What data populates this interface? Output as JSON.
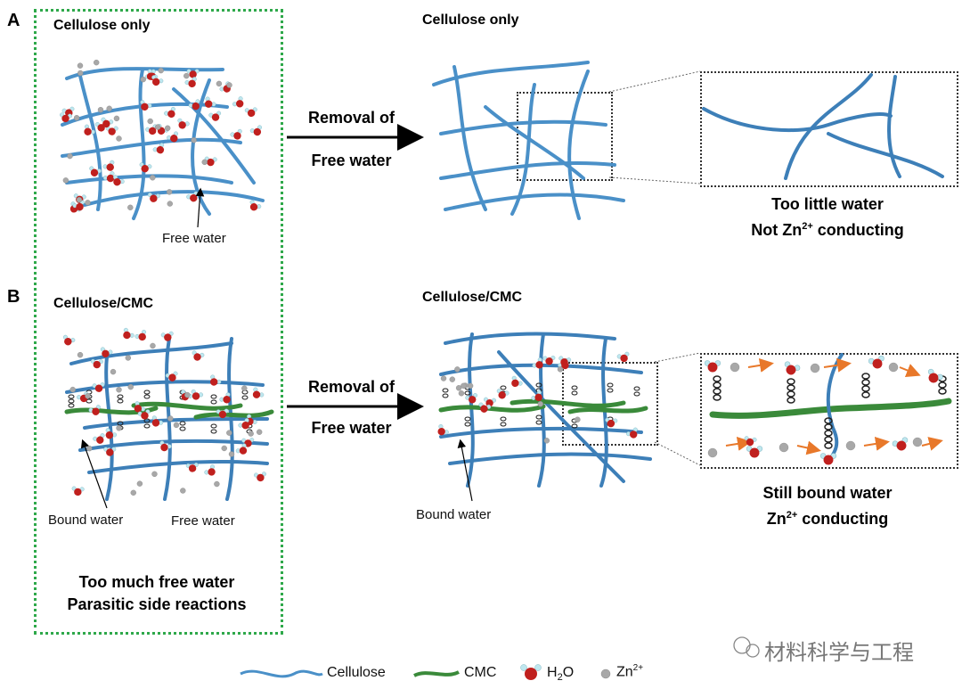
{
  "panel_a": {
    "letter": "A",
    "left_title": "Cellulose only",
    "right_title": "Cellulose only",
    "arrow_line1": "Removal of",
    "arrow_line2": "Free water",
    "free_water_label": "Free water",
    "result_line1": "Too little water",
    "result_line2_pre": "Not Zn",
    "result_line2_sup": "2+",
    "result_line2_post": " conducting"
  },
  "panel_b": {
    "letter": "B",
    "left_title": "Cellulose/CMC",
    "right_title": "Cellulose/CMC",
    "arrow_line1": "Removal of",
    "arrow_line2": "Free water",
    "bound_water_label_left": "Bound water",
    "free_water_label": "Free water",
    "bound_water_label_right": "Bound water",
    "bottom_line1": "Too much free water",
    "bottom_line2": "Parasitic side reactions",
    "result_line1": "Still bound water",
    "result_line2_pre": "Zn",
    "result_line2_sup": "2+",
    "result_line2_post": " conducting"
  },
  "legend": {
    "cellulose": "Cellulose",
    "cmc": "CMC",
    "h2o_pre": "H",
    "h2o_sub": "2",
    "h2o_post": "O",
    "zn_pre": "Zn",
    "zn_sup": "2+"
  },
  "watermark": "材料科学与工程",
  "colors": {
    "cellulose": "#4a90c8",
    "cmc": "#3a8a3a",
    "oxygen": "#c0201e",
    "hydrogen": "#bfe7ef",
    "zinc": "#a8a8a8",
    "frame": "#2ea84a",
    "arrow_orange": "#e8782a"
  }
}
